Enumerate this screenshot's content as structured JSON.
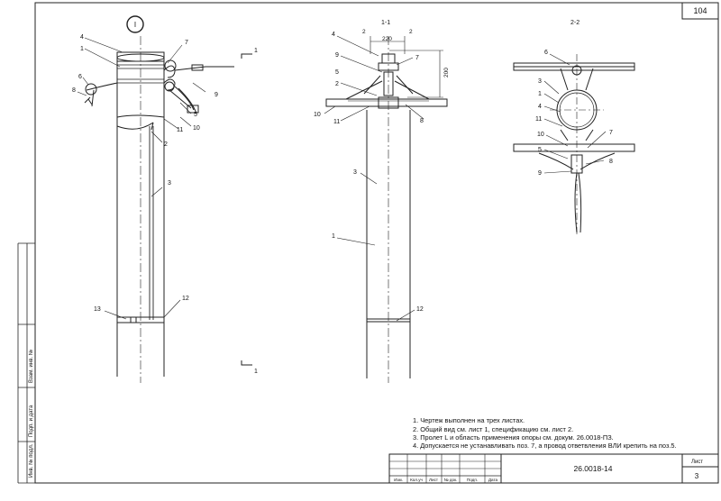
{
  "sheet": {
    "page_number_top": "104",
    "drawing_code": "26.0018-14",
    "sheet_label": "Лист",
    "sheet_number": "3"
  },
  "views": {
    "detail_marker": "I",
    "section_1_1": "1-1",
    "section_2_2": "2-2",
    "section_mark": "1",
    "dim_width": "220",
    "dim_height": "200",
    "dim_offset": "2"
  },
  "callouts": {
    "left": [
      "4",
      "1",
      "7",
      "6",
      "8",
      "9",
      "5",
      "10",
      "11",
      "2",
      "3",
      "12",
      "13"
    ],
    "middle": [
      "4",
      "9",
      "7",
      "5",
      "2",
      "10",
      "11",
      "3",
      "1",
      "12",
      "8"
    ],
    "right": [
      "6",
      "3",
      "1",
      "4",
      "11",
      "10",
      "7",
      "5",
      "8",
      "9"
    ]
  },
  "notes": [
    "1. Чертеж выполнен на трех листах.",
    "2. Общий вид см. лист 1, спецификацию см. лист 2.",
    "3. Пролет L и область применения опоры см. докум. 26.0018-ПЗ.",
    "4. Допускается не устанавливать поз. 7, а провод ответвления ВЛИ крепить на поз.5."
  ],
  "side_labels": [
    "Инв. № подл.",
    "Подп. и дата",
    "Взам. инв. №"
  ],
  "title_block": {
    "columns": [
      "Изм.",
      "Кол.уч",
      "Лист",
      "№ док.",
      "Подп.",
      "Дата"
    ]
  }
}
